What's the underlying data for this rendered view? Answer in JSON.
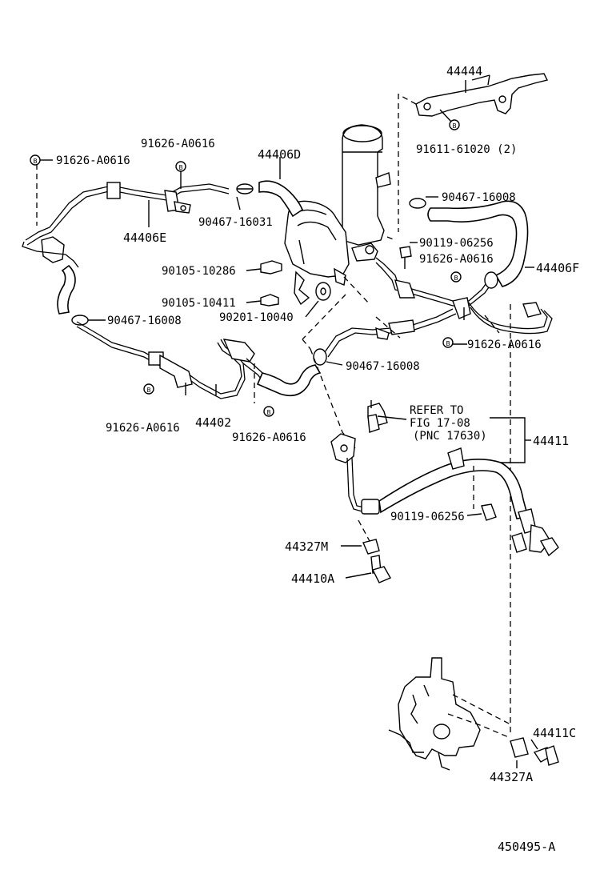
{
  "diagram": {
    "labels": {
      "p44444": "44444",
      "p91611": "91611-61020 (2)",
      "p91626_top": "91626-A0616",
      "p91626_left": "91626-A0616",
      "p44406D": "44406D",
      "p90467_16031": "90467-16031",
      "p44406E": "44406E",
      "p90467_16008_r": "90467-16008",
      "p90119_a": "90119-06256",
      "p91626_r": "91626-A0616",
      "p44406F": "44406F",
      "p90105_10286": "90105-10286",
      "p90105_10411": "90105-10411",
      "p90201": "90201-10040",
      "p90467_16008_l": "90467-16008",
      "p91626_mid_r": "91626-A0616",
      "p90467_16008_mid": "90467-16008",
      "p91626_bl": "91626-A0616",
      "p44402": "44402",
      "p91626_bm": "91626-A0616",
      "refer1": "REFER TO",
      "refer2": "FIG 17-08",
      "refer3": "(PNC 17630)",
      "p44411": "44411",
      "p90119_b": "90119-06256",
      "p44327M": "44327M",
      "p44410A": "44410A",
      "p44411C": "44411C",
      "p44327A": "44327A",
      "drawing_no": "450495-A",
      "b_marker": "B"
    }
  }
}
